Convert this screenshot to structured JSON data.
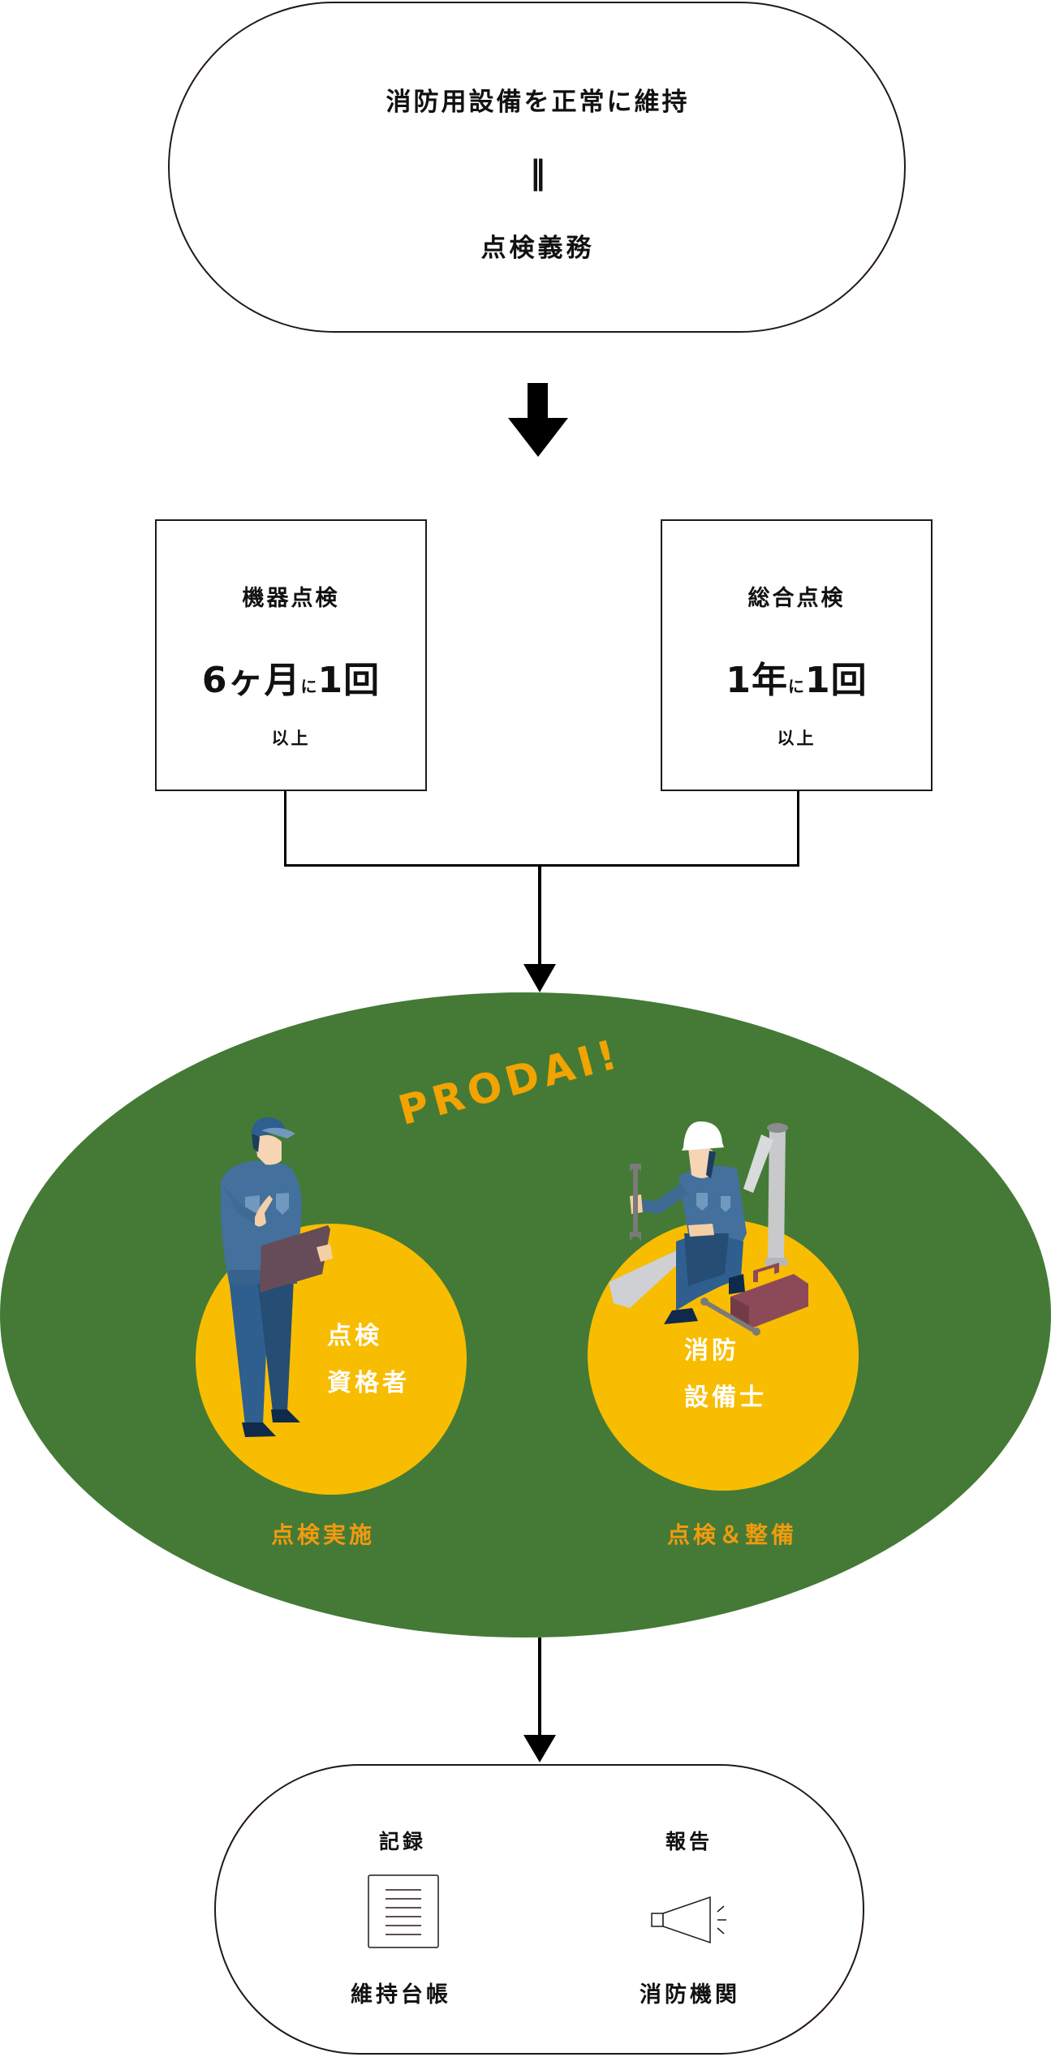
{
  "top": {
    "title": "消防用設備を正常に維持",
    "equals": "‖",
    "duty": "点検義務"
  },
  "boxes": [
    {
      "title": "機器点検",
      "freq_main": "6ヶ月",
      "freq_particle": "に",
      "freq_count": "1回",
      "note": "以上"
    },
    {
      "title": "総合点検",
      "freq_main": "1年",
      "freq_particle": "に",
      "freq_count": "1回",
      "note": "以上"
    }
  ],
  "middle": {
    "brand": "PRODAI!",
    "left": {
      "circle_line1": "点検",
      "circle_line2": "資格者",
      "caption": "点検実施",
      "illustration": "inspector-with-clipboard"
    },
    "right": {
      "circle_line1": "消防",
      "circle_line2": "設備士",
      "caption": "点検＆整備",
      "illustration": "technician-with-wrench-and-toolbox"
    }
  },
  "bottom": {
    "left": {
      "heading": "記録",
      "icon": "document-icon",
      "label": "維持台帳"
    },
    "right": {
      "heading": "報告",
      "icon": "megaphone-icon",
      "label": "消防機関"
    }
  },
  "colors": {
    "green": "#447a36",
    "yellow": "#f8bd00",
    "orange_text": "#f19a0e",
    "brand_text": "#f3a300",
    "line": "#231815"
  }
}
